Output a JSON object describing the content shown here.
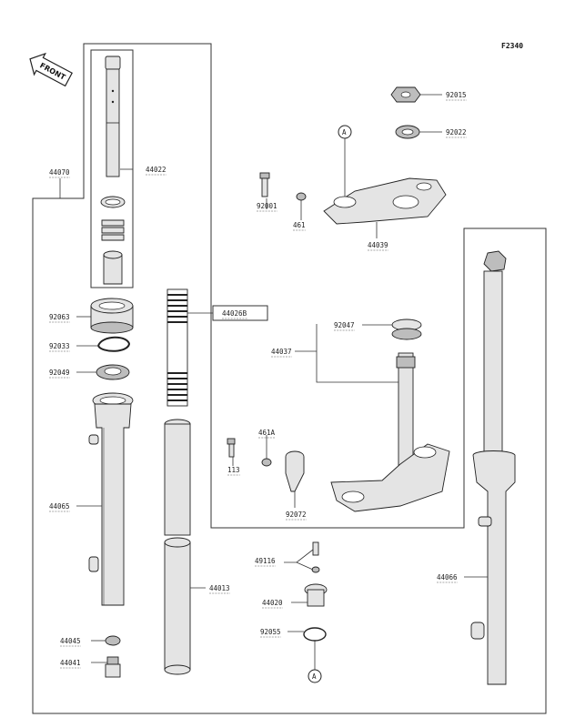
{
  "figure_code": "F2340",
  "front_label": "FRONT",
  "reference_mark": "A",
  "parts": [
    {
      "id": "p44070",
      "num": "44070"
    },
    {
      "id": "p44022",
      "num": "44022"
    },
    {
      "id": "p92063",
      "num": "92063"
    },
    {
      "id": "p92033",
      "num": "92033"
    },
    {
      "id": "p92049",
      "num": "92049"
    },
    {
      "id": "p44026b",
      "num": "44026B"
    },
    {
      "id": "p44065",
      "num": "44065"
    },
    {
      "id": "p44013",
      "num": "44013"
    },
    {
      "id": "p44045",
      "num": "44045"
    },
    {
      "id": "p44041",
      "num": "44041"
    },
    {
      "id": "p92015",
      "num": "92015"
    },
    {
      "id": "p92022",
      "num": "92022"
    },
    {
      "id": "p92001",
      "num": "92001"
    },
    {
      "id": "p461",
      "num": "461"
    },
    {
      "id": "p44039",
      "num": "44039"
    },
    {
      "id": "p92047",
      "num": "92047"
    },
    {
      "id": "p44037",
      "num": "44037"
    },
    {
      "id": "p461a",
      "num": "461A"
    },
    {
      "id": "p113",
      "num": "113"
    },
    {
      "id": "p92072",
      "num": "92072"
    },
    {
      "id": "p49116",
      "num": "49116"
    },
    {
      "id": "p44020",
      "num": "44020"
    },
    {
      "id": "p92055",
      "num": "92055"
    },
    {
      "id": "p44066",
      "num": "44066"
    }
  ]
}
